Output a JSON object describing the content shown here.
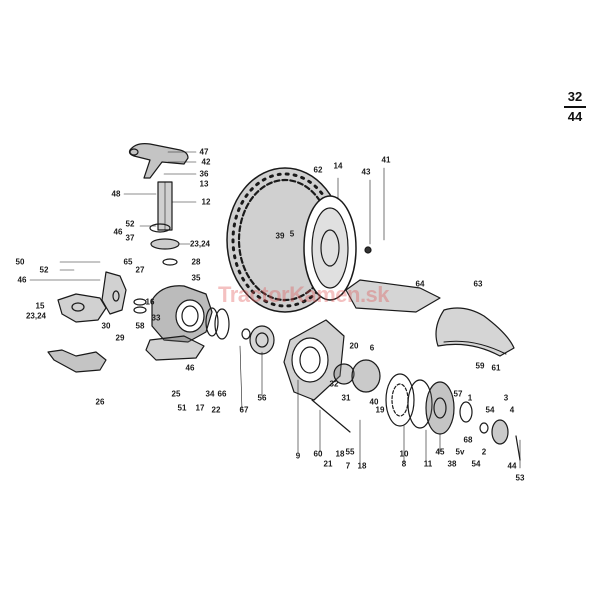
{
  "page_number": {
    "top": "32",
    "bottom": "44"
  },
  "watermark": "TractorKamen.sk",
  "colors": {
    "ink": "#1a1a1a",
    "paper": "#ffffff",
    "watermark": "#e05050"
  },
  "callouts": [
    {
      "id": "47",
      "label": "47"
    },
    {
      "id": "42",
      "label": "42"
    },
    {
      "id": "36",
      "label": "36"
    },
    {
      "id": "13",
      "label": "13"
    },
    {
      "id": "48",
      "label": "48"
    },
    {
      "id": "12",
      "label": "12"
    },
    {
      "id": "52a",
      "label": "52"
    },
    {
      "id": "46a",
      "label": "46"
    },
    {
      "id": "37",
      "label": "37"
    },
    {
      "id": "2324a",
      "label": "23,24"
    },
    {
      "id": "28",
      "label": "28"
    },
    {
      "id": "35",
      "label": "35"
    },
    {
      "id": "50",
      "label": "50"
    },
    {
      "id": "52b",
      "label": "52"
    },
    {
      "id": "46b",
      "label": "46"
    },
    {
      "id": "65",
      "label": "65"
    },
    {
      "id": "27",
      "label": "27"
    },
    {
      "id": "16",
      "label": "16"
    },
    {
      "id": "15",
      "label": "15"
    },
    {
      "id": "2324b",
      "label": "23,24"
    },
    {
      "id": "58",
      "label": "58"
    },
    {
      "id": "30",
      "label": "30"
    },
    {
      "id": "29",
      "label": "29"
    },
    {
      "id": "33",
      "label": "33"
    },
    {
      "id": "26",
      "label": "26"
    },
    {
      "id": "25",
      "label": "25"
    },
    {
      "id": "46c",
      "label": "46"
    },
    {
      "id": "51",
      "label": "51"
    },
    {
      "id": "17",
      "label": "17"
    },
    {
      "id": "34",
      "label": "34"
    },
    {
      "id": "66",
      "label": "66"
    },
    {
      "id": "22",
      "label": "22"
    },
    {
      "id": "62",
      "label": "62"
    },
    {
      "id": "14",
      "label": "14"
    },
    {
      "id": "43",
      "label": "43"
    },
    {
      "id": "41",
      "label": "41"
    },
    {
      "id": "39",
      "label": "39"
    },
    {
      "id": "5",
      "label": "5"
    },
    {
      "id": "64",
      "label": "64"
    },
    {
      "id": "63",
      "label": "63"
    },
    {
      "id": "67",
      "label": "67"
    },
    {
      "id": "56",
      "label": "56"
    },
    {
      "id": "20",
      "label": "20"
    },
    {
      "id": "32",
      "label": "32"
    },
    {
      "id": "6",
      "label": "6"
    },
    {
      "id": "31",
      "label": "31"
    },
    {
      "id": "40",
      "label": "40"
    },
    {
      "id": "19",
      "label": "19"
    },
    {
      "id": "9",
      "label": "9"
    },
    {
      "id": "60",
      "label": "60"
    },
    {
      "id": "21",
      "label": "21"
    },
    {
      "id": "18a",
      "label": "18"
    },
    {
      "id": "55",
      "label": "55"
    },
    {
      "id": "7",
      "label": "7"
    },
    {
      "id": "18b",
      "label": "18"
    },
    {
      "id": "10",
      "label": "10"
    },
    {
      "id": "8",
      "label": "8"
    },
    {
      "id": "11",
      "label": "11"
    },
    {
      "id": "45",
      "label": "45"
    },
    {
      "id": "57",
      "label": "57"
    },
    {
      "id": "1",
      "label": "1"
    },
    {
      "id": "59",
      "label": "59"
    },
    {
      "id": "61",
      "label": "61"
    },
    {
      "id": "3",
      "label": "3"
    },
    {
      "id": "54a",
      "label": "54"
    },
    {
      "id": "4",
      "label": "4"
    },
    {
      "id": "68",
      "label": "68"
    },
    {
      "id": "2",
      "label": "2"
    },
    {
      "id": "54b",
      "label": "54"
    },
    {
      "id": "38",
      "label": "38"
    },
    {
      "id": "5v",
      "label": "5v"
    },
    {
      "id": "44",
      "label": "44"
    },
    {
      "id": "53",
      "label": "53"
    }
  ]
}
